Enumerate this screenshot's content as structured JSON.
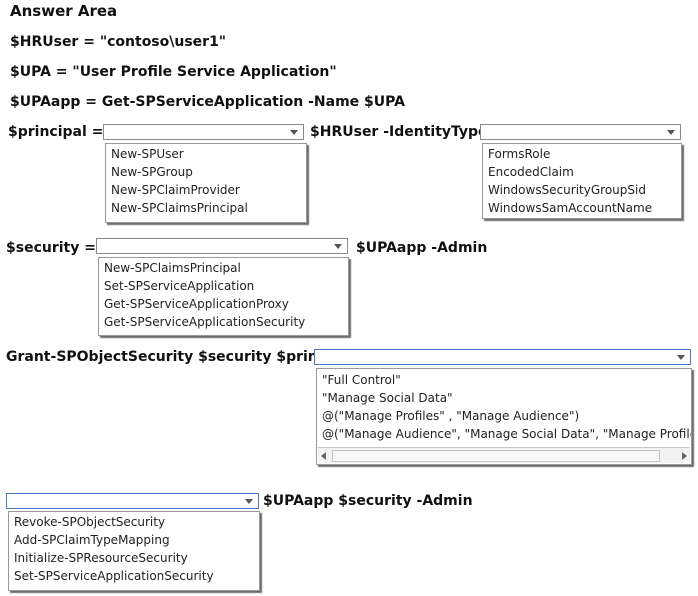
{
  "header": {
    "title": "Answer Area"
  },
  "lines": {
    "hruser": "$HRUser = \"contoso\\user1\"",
    "upa": "$UPA = \"User Profile Service Application\"",
    "upaapp": "$UPAapp = Get-SPServiceApplication -Name $UPA",
    "principal_label": "$principal =",
    "identity_label": "$HRUser -IdentityType",
    "security_label": "$security =",
    "upaapp_admin_label": "$UPAapp -Admin",
    "grant_label": "Grant-SPObjectSecurity $security $principal",
    "final_label": "$UPAapp $security -Admin"
  },
  "dropdowns": {
    "principal": {
      "options": [
        "New-SPUser",
        "New-SPGroup",
        "New-SPClaimProvider",
        "New-SPClaimsPrincipal"
      ]
    },
    "identity": {
      "options": [
        "FormsRole",
        "EncodedClaim",
        "WindowsSecurityGroupSid",
        "WindowsSamAccountName"
      ]
    },
    "security": {
      "options": [
        "New-SPClaimsPrincipal",
        "Set-SPServiceApplication",
        "Get-SPServiceApplicationProxy",
        "Get-SPServiceApplicationSecurity"
      ]
    },
    "rights": {
      "options": [
        "\"Full Control\"",
        "\"Manage Social Data\"",
        "@(\"Manage Profiles\" , \"Manage Audience\")",
        "@(\"Manage Audience\", \"Manage Social Data\", \"Manage Profiles\")"
      ]
    },
    "final": {
      "options": [
        "Revoke-SPObjectSecurity",
        "Add-SPClaimTypeMapping",
        "Initialize-SPResourceSecurity",
        "Set-SPServiceApplicationSecurity"
      ]
    }
  }
}
